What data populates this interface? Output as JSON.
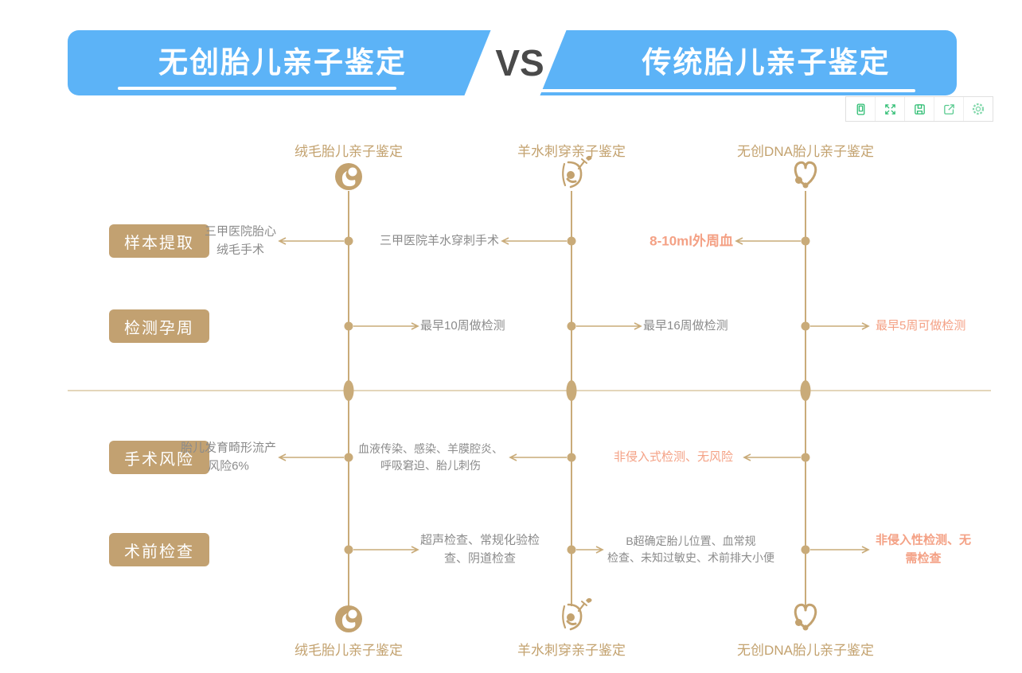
{
  "banner": {
    "left_title": "无创胎儿亲子鉴定",
    "vs": "VS",
    "right_title": "传统胎儿亲子鉴定",
    "blue": "#5cb3f7"
  },
  "toolbar": {
    "icons": [
      "mobile-preview-icon",
      "fullscreen-icon",
      "save-icon",
      "share-icon",
      "settings-icon"
    ],
    "green": "#2dbd72"
  },
  "columns": [
    {
      "header": "绒毛胎儿亲子鉴定",
      "footer": "绒毛胎儿亲子鉴定",
      "icon": "fetus-in-circle-icon"
    },
    {
      "header": "羊水刺穿亲子鉴定",
      "footer": "羊水刺穿亲子鉴定",
      "icon": "fetus-syringe-icon"
    },
    {
      "header": "无创DNA胎儿亲子鉴定",
      "footer": "无创DNA胎儿亲子鉴定",
      "icon": "heart-fetus-icon"
    }
  ],
  "rows": [
    {
      "label": "样本提取",
      "arrow_direction": "left",
      "cells": [
        {
          "lines": [
            "三甲医院胎心",
            "绒毛手术"
          ],
          "highlight": false
        },
        {
          "lines": [
            "三甲医院羊水穿刺手术"
          ],
          "highlight": false
        },
        {
          "lines": [
            "8-10ml外周血"
          ],
          "highlight": true
        }
      ]
    },
    {
      "label": "检测孕周",
      "arrow_direction": "right",
      "cells": [
        {
          "lines": [
            "最早10周做检测"
          ],
          "highlight": false
        },
        {
          "lines": [
            "最早16周做检测"
          ],
          "highlight": false
        },
        {
          "lines": [
            "最早5周可做检测"
          ],
          "highlight": true
        }
      ]
    },
    {
      "label": "手术风险",
      "arrow_direction": "left",
      "cells": [
        {
          "lines": [
            "胎儿发育畸形流产",
            "风险6%"
          ],
          "highlight": false
        },
        {
          "lines": [
            "血液传染、感染、羊膜腔炎、",
            "呼吸窘迫、胎儿刺伤"
          ],
          "highlight": false
        },
        {
          "lines": [
            "非侵入式检测、无风险"
          ],
          "highlight": true
        }
      ]
    },
    {
      "label": "术前检查",
      "arrow_direction": "right",
      "cells": [
        {
          "lines": [
            "超声检查、常规化验检",
            "查、阴道检查"
          ],
          "highlight": false
        },
        {
          "lines": [
            "B超确定胎儿位置、血常规",
            "检查、未知过敏史、术前排大小便"
          ],
          "highlight": false
        },
        {
          "lines": [
            "非侵入性检测、无",
            "需检查"
          ],
          "highlight": true
        }
      ]
    }
  ],
  "colors": {
    "banner_blue": "#5cb3f7",
    "vs_gray": "#4a4a4a",
    "tan": "#c3a26f",
    "line_tan": "#c9ab79",
    "divider_tan": "#dcc8a4",
    "text_gray": "#8b8b8b",
    "highlight_salmon": "#f4a185",
    "toolbar_green": "#2dbd72"
  }
}
